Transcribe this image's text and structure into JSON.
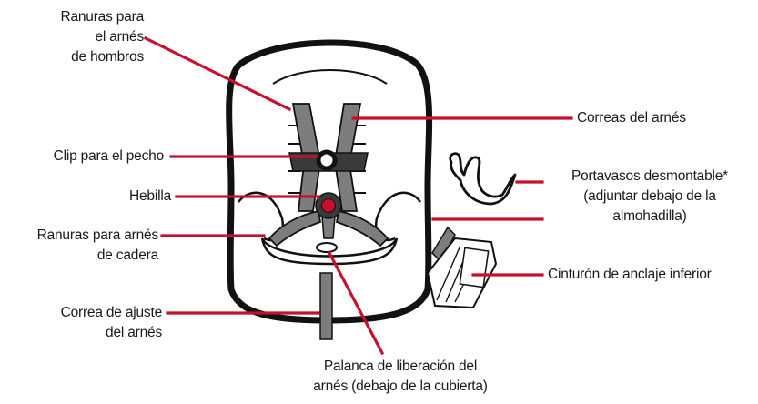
{
  "colors": {
    "leader_line": "#c8102e",
    "outline": "#111111",
    "harness_gray": "#7d7d7d",
    "dark_gray": "#3a3a3a",
    "background": "#ffffff"
  },
  "labels": {
    "shoulder_slots": [
      "Ranuras para",
      "el arnés",
      "de hombros"
    ],
    "harness_straps": "Correas del arnés",
    "chest_clip": "Clip para el pecho",
    "buckle": "Hebilla",
    "cup_holder": [
      "Portavasos desmontable*",
      "(adjuntar debajo de la",
      "almohadilla)"
    ],
    "hip_slots": [
      "Ranuras para arnés",
      "de cadera"
    ],
    "lower_anchor": "Cinturón de anclaje inferior",
    "adjuster_strap": [
      "Correa de ajuste",
      "del arnés"
    ],
    "release_lever": [
      "Palanca de liberación del",
      "arnés (debajo de la cubierta)"
    ]
  }
}
